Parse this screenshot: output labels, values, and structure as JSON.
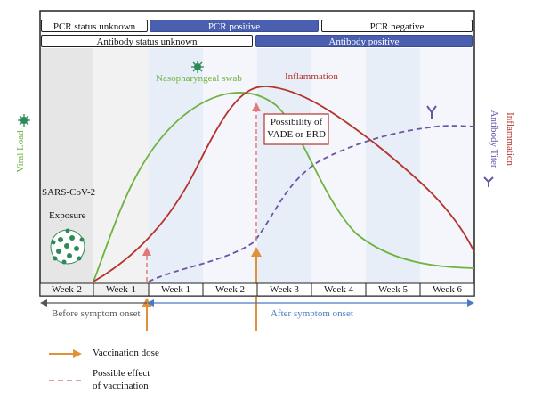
{
  "status_bars": {
    "pcr_unknown": "PCR status unknown",
    "pcr_positive": "PCR positive",
    "pcr_negative": "PCR negative",
    "antibody_unknown": "Antibody status unknown",
    "antibody_positive": "Antibody positive"
  },
  "curve_labels": {
    "swab": "Nasopharyngeal swab",
    "inflammation": "Inflammation",
    "possibility_line1": "Possibility of",
    "possibility_line2": "VADE or ERD"
  },
  "axis_labels": {
    "viral_load": "Viral Load",
    "inflammation_right": "Inflammation",
    "antibody_titer": "Antibody Titer"
  },
  "exposure": {
    "virus": "SARS-CoV-2",
    "exposure": "Exposure"
  },
  "weeks": [
    "Week-2",
    "Week-1",
    "Week 1",
    "Week 2",
    "Week 3",
    "Week 4",
    "Week 5",
    "Week 6"
  ],
  "onset": {
    "before": "Before symptom onset",
    "after": "After symptom onset"
  },
  "legend": {
    "vaccination": "Vaccination dose",
    "effect_line1": "Possible effect",
    "effect_line2": "of vaccination"
  },
  "colors": {
    "green": "#6db33f",
    "red": "#b5332a",
    "purple": "#6a55a8",
    "orange": "#e0913a",
    "blue": "#4a5fb0",
    "dashed_pink": "#e07a7a"
  },
  "icons": [
    "virus-icon",
    "antibody-icon"
  ]
}
